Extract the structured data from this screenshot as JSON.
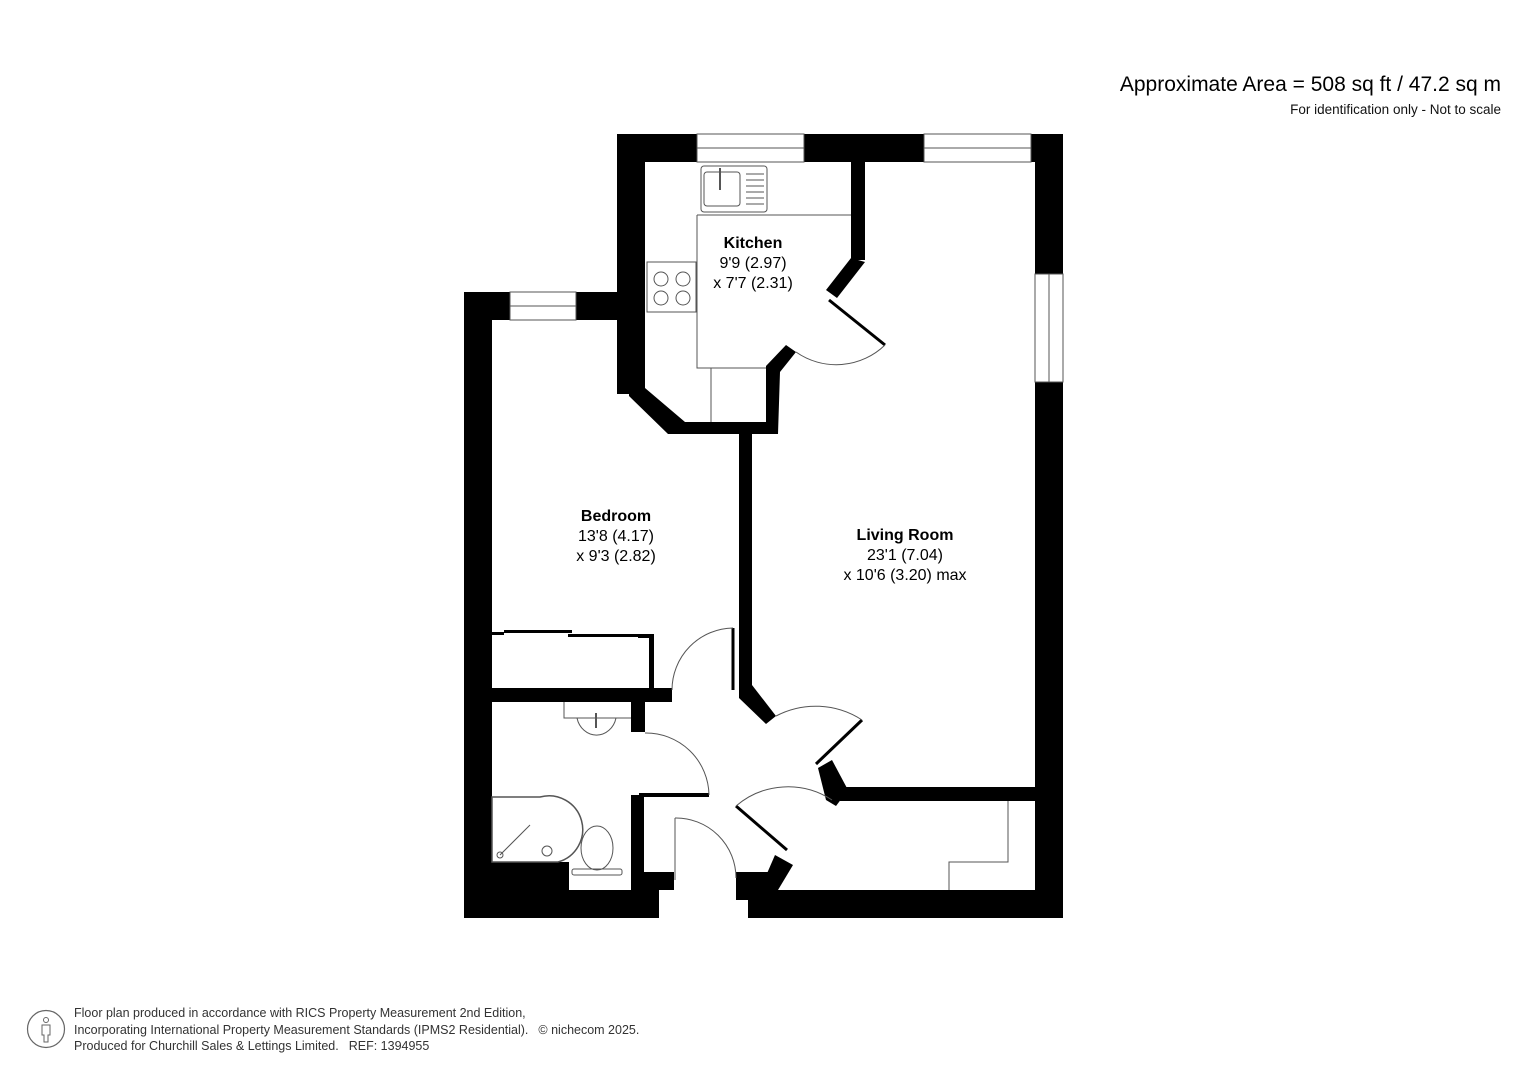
{
  "header": {
    "area": "Approximate Area = 508 sq ft / 47.2 sq m",
    "disclaimer": "For identification only - Not to scale"
  },
  "rooms": [
    {
      "name": "Kitchen",
      "dim1": "9'9 (2.97)",
      "dim2": "x 7'7 (2.31)"
    },
    {
      "name": "Bedroom",
      "dim1": "13'8 (4.17)",
      "dim2": "x 9'3 (2.82)"
    },
    {
      "name": "Living Room",
      "dim1": "23'1 (7.04)",
      "dim2": "x 10'6 (3.20) max"
    }
  ],
  "footer": {
    "line1": "Floor plan produced in accordance with RICS Property Measurement 2nd Edition,",
    "line2": "Incorporating International Property Measurement Standards (IPMS2 Residential).",
    "copyright": "© nichecom 2025.",
    "line3": "Produced for Churchill Sales & Lettings Limited.",
    "ref": "REF: 1394955"
  },
  "icons": {
    "footer_logo": "person-in-circle-icon"
  },
  "colors": {
    "wall": "#000000",
    "background": "#ffffff",
    "fixture_line": "#555555"
  }
}
